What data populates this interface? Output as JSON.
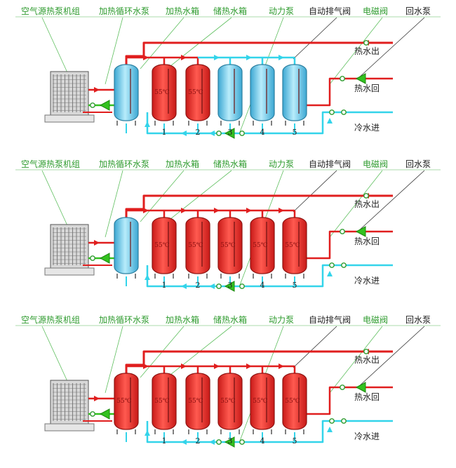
{
  "labels": {
    "heat_pump_unit": "空气源热泵机组",
    "heating_circ_pump": "加热循环水泵",
    "heating_tank": "加热水箱",
    "storage_tank": "储热水箱",
    "power_pump": "动力泵",
    "auto_air_valve": "自动排气阀",
    "solenoid_valve": "电磁阀",
    "return_pump": "回水泵",
    "hot_out": "热水出",
    "hot_return": "热水回",
    "cold_in": "冷水进"
  },
  "tank_numbers": [
    "1",
    "2",
    "3",
    "4",
    "5"
  ],
  "temperature": "55℃",
  "colors": {
    "hot": "#e01e1e",
    "cold": "#33d4ea",
    "label_green": "#2e9b2e",
    "tank_red": "#e8312e",
    "tank_blue": "#5cc4e6"
  },
  "panels": [
    {
      "tanks": [
        "blue",
        "red",
        "red",
        "blue",
        "blue",
        "blue"
      ]
    },
    {
      "tanks": [
        "blue",
        "red",
        "red",
        "red",
        "red",
        "red"
      ]
    },
    {
      "tanks": [
        "red",
        "red",
        "red",
        "red",
        "red",
        "red"
      ]
    }
  ]
}
